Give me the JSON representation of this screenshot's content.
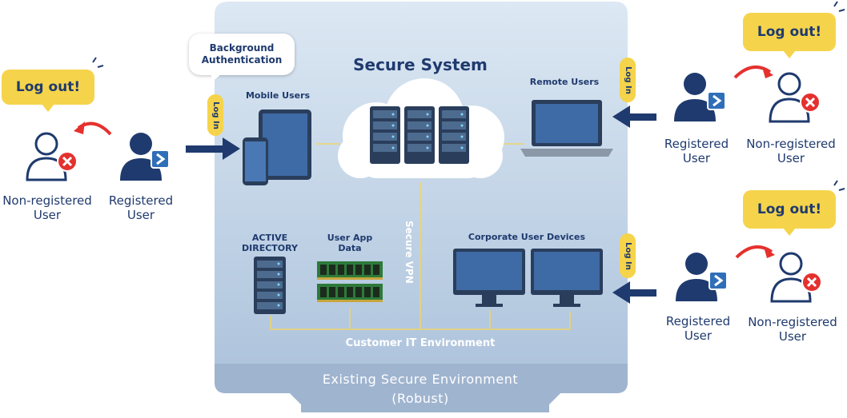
{
  "environment": {
    "title": "Secure System",
    "existing_line1": "Existing Secure Environment",
    "existing_line2": "(Robust)",
    "customer_it": "Customer IT Environment",
    "secure_vpn": "Secure VPN"
  },
  "auth": {
    "line1": "Background",
    "line2": "Authentication"
  },
  "labels": {
    "mobile_users": "Mobile Users",
    "remote_users": "Remote Users",
    "active_directory_1": "ACTIVE",
    "active_directory_2": "DIRECTORY",
    "user_app_1": "User App",
    "user_app_2": "Data",
    "corporate_devices": "Corporate User Devices"
  },
  "login": "Log In",
  "logout": "Log out!",
  "users": {
    "registered_1": "Registered",
    "registered_2": "User",
    "nonregistered_1": "Non-registered",
    "nonregistered_2": "User"
  },
  "colors": {
    "navy": "#1f3a6e",
    "panel": "#b8cde3",
    "yellow": "#f5d44b",
    "red": "#e5312e",
    "arrow": "#1f3a6e"
  }
}
